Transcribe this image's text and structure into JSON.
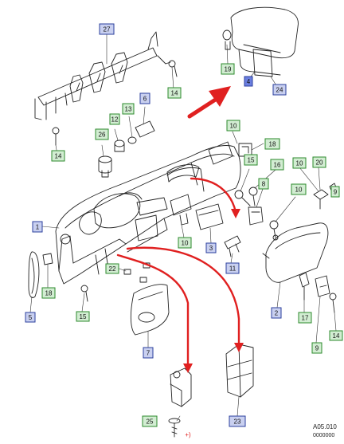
{
  "colors": {
    "label_blue_border": "#2b3f9e",
    "label_blue_fill": "#c9d0f0",
    "label_green_border": "#2c8a2c",
    "label_green_fill": "#d2edd2",
    "highlight_fill": "#6b7fe0",
    "arrow_red": "#e02020",
    "line": "#222222"
  },
  "labels": [
    {
      "id": "27",
      "style": "blue"
    },
    {
      "id": "14",
      "style": "green"
    },
    {
      "id": "14",
      "style": "green"
    },
    {
      "id": "19",
      "style": "green"
    },
    {
      "id": "4",
      "style": "highlight"
    },
    {
      "id": "24",
      "style": "blue"
    },
    {
      "id": "6",
      "style": "blue"
    },
    {
      "id": "12",
      "style": "green"
    },
    {
      "id": "13",
      "style": "green"
    },
    {
      "id": "26",
      "style": "green"
    },
    {
      "id": "10",
      "style": "green"
    },
    {
      "id": "18",
      "style": "green"
    },
    {
      "id": "15",
      "style": "green"
    },
    {
      "id": "16",
      "style": "green"
    },
    {
      "id": "10",
      "style": "green"
    },
    {
      "id": "20",
      "style": "green"
    },
    {
      "id": "9",
      "style": "green"
    },
    {
      "id": "8",
      "style": "green"
    },
    {
      "id": "10",
      "style": "green"
    },
    {
      "id": "1",
      "style": "blue"
    },
    {
      "id": "10",
      "style": "green"
    },
    {
      "id": "3",
      "style": "blue"
    },
    {
      "id": "11",
      "style": "blue"
    },
    {
      "id": "18",
      "style": "green"
    },
    {
      "id": "22",
      "style": "green"
    },
    {
      "id": "5",
      "style": "blue"
    },
    {
      "id": "15",
      "style": "green"
    },
    {
      "id": "2",
      "style": "blue"
    },
    {
      "id": "17",
      "style": "green"
    },
    {
      "id": "14",
      "style": "green"
    },
    {
      "id": "9",
      "style": "green"
    },
    {
      "id": "7",
      "style": "blue"
    },
    {
      "id": "25",
      "style": "green"
    },
    {
      "id": "23",
      "style": "blue"
    }
  ],
  "callout_plus": "+)",
  "footer": {
    "figure_code": "A05.010",
    "serial": "0000000"
  }
}
